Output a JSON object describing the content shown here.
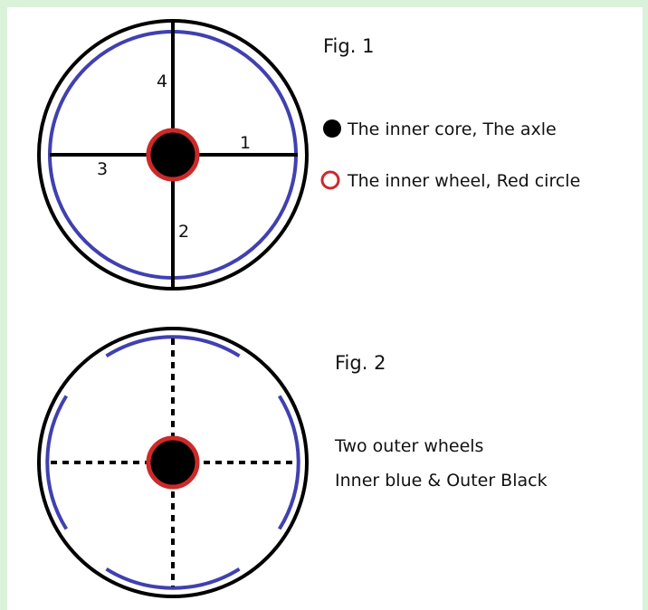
{
  "fig1": {
    "title": "Fig. 1",
    "spoke_labels": [
      "1",
      "2",
      "3",
      "4"
    ],
    "legend": [
      {
        "marker": "filled-black-circle",
        "text": "The inner core, The axle"
      },
      {
        "marker": "red-ring",
        "text": "The inner wheel, Red circle"
      }
    ]
  },
  "fig2": {
    "title": "Fig. 2",
    "caption_lines": [
      "Two outer wheels",
      "Inner blue & Outer Black"
    ]
  },
  "colors": {
    "background": "#d9f2d9",
    "outer_wheel": "#000000",
    "inner_blue_wheel": "#4040b0",
    "inner_red_wheel": "#cc2a2a",
    "axle": "#000000"
  }
}
